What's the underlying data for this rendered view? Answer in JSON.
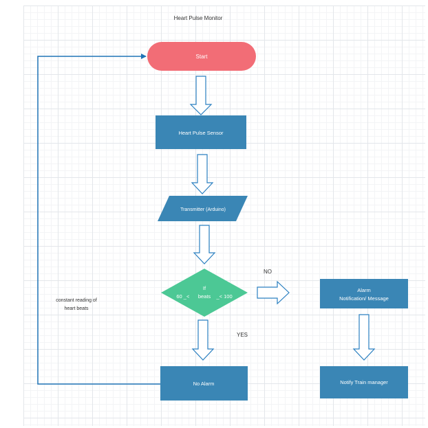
{
  "title": "Heart Pulse Monitor",
  "nodes": {
    "start": "Start",
    "sensor": "Heart Pulse Sensor",
    "transmitter": "Transmitter (Arduino)",
    "decision": {
      "line1": "If",
      "line2": "60 _<      beats    _< 100"
    },
    "alarm": {
      "line1": "Alarm",
      "line2": "Notification/ Message"
    },
    "notify": "Notify Train manager",
    "no_alarm": "No Alarm"
  },
  "labels": {
    "no": "NO",
    "yes": "YES",
    "loop_line1": "constant reading of",
    "loop_line2": "heart beats"
  },
  "colors": {
    "start": "#f26d76",
    "process": "#3a86b5",
    "decision": "#4cc895",
    "connector": "#1f74b6",
    "arrow_outline": "#2a7fc0"
  }
}
